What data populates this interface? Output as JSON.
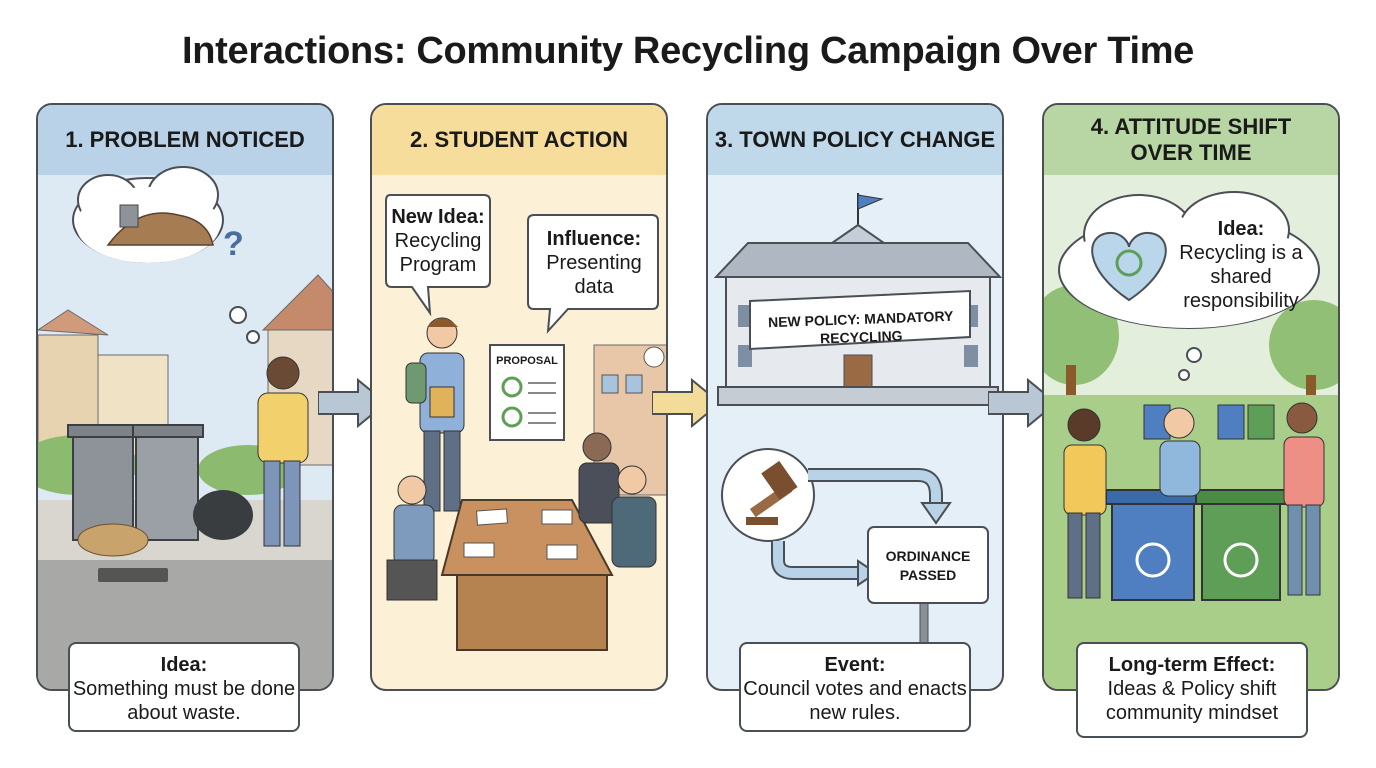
{
  "title": "Interactions: Community Recycling Campaign Over Time",
  "panels": [
    {
      "heading": "1. PROBLEM NOTICED",
      "caption_title": "Idea:",
      "caption_body": "Something must be done about waste."
    },
    {
      "heading": "2. STUDENT ACTION",
      "bubble1_title": "New Idea:",
      "bubble1_body": "Recycling Program",
      "bubble2_title": "Influence:",
      "bubble2_body": "Presenting data",
      "proposal_label": "PROPOSAL"
    },
    {
      "heading": "3. TOWN POLICY CHANGE",
      "banner": "NEW POLICY: MANDATORY RECYCLING",
      "sign": "ORDINANCE PASSED",
      "caption_title": "Event:",
      "caption_body": "Council votes and enacts new rules."
    },
    {
      "heading": "4. ATTITUDE SHIFT OVER TIME",
      "bubble_title": "Idea:",
      "bubble_body": "Recycling is a shared responsibility",
      "caption_title": "Long-term Effect:",
      "caption_body": "Ideas & Policy shift community mindset"
    }
  ],
  "colors": {
    "panel1": "#c9dcec",
    "panel2": "#fbe6b4",
    "panel3": "#d6e7f2",
    "panel4": "#d3e6c4",
    "outline": "#4a4f55",
    "recycle_blue": "#4f7fc1",
    "recycle_green": "#5f9e56"
  },
  "icons": [
    "trash-can-icon",
    "question-mark-icon",
    "recycle-icon",
    "gavel-icon",
    "flag-icon",
    "heart-recycle-icon",
    "arrow-right-icon"
  ]
}
